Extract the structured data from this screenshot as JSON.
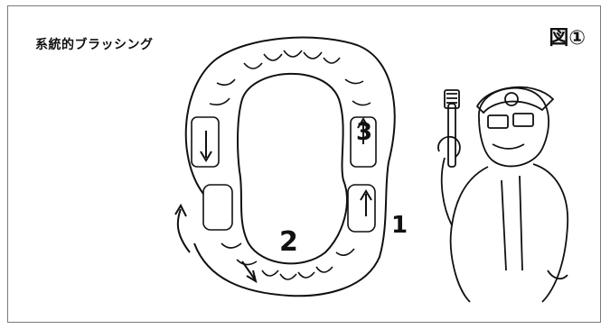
{
  "title": "系統的ブラッシング",
  "figure_label": "図①",
  "step_labels": [
    "1",
    "2",
    "3"
  ]
}
